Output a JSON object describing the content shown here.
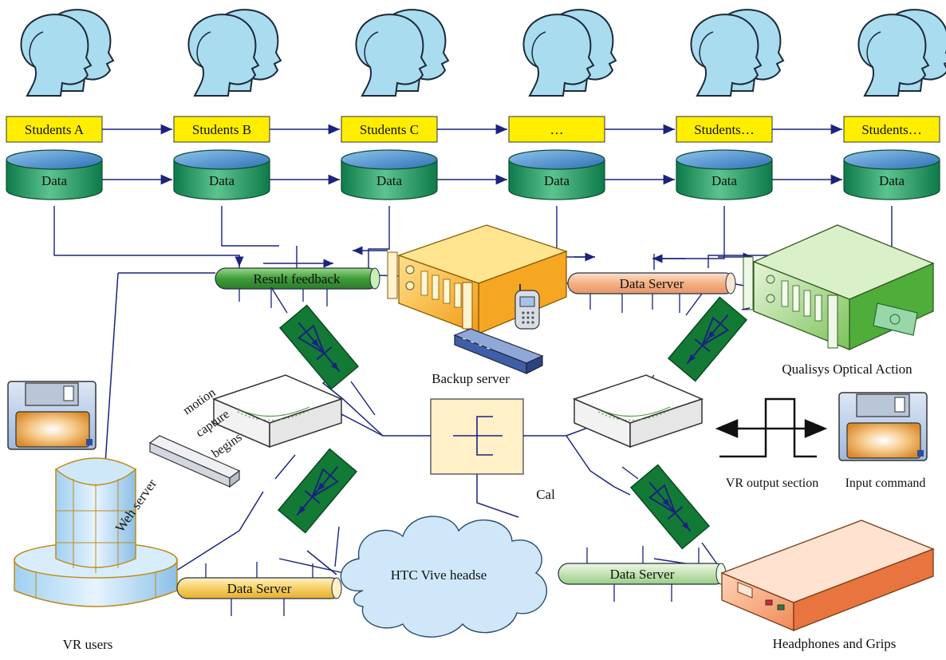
{
  "students": [
    "Students A",
    "Students B",
    "Students C",
    "…",
    "Students…",
    "Students…"
  ],
  "data_label": "Data",
  "pipes": {
    "result_feedback": "Result feedback",
    "data_server_top": "Data Server",
    "data_server_left": "Data Server",
    "data_server_right": "Data Server"
  },
  "labels": {
    "backup_server": "Backup server",
    "qualisys": "Qualisys Optical Action",
    "motion_line1": "motion",
    "motion_line2": "capture",
    "motion_line3": "begins",
    "web_server": "Weh server",
    "cal": "Cal",
    "cloud": "HTC Vive headse",
    "vr_output": "VR output section",
    "input_command": "Input command",
    "vr_users": "VR users",
    "headphones": "Headphones and Grips"
  },
  "colors": {
    "student_box": "#ffee00",
    "db_green": "#1f9a66",
    "db_top": "#3b82c4",
    "line": "#1a237e",
    "feedback_pipe": "#4caf50",
    "server_pipe": "#f4b183",
    "left_pipe": "#f5c24a",
    "right_pipe": "#b7d9a8",
    "switch_green": "#16803a",
    "cloud": "#cce5f7"
  }
}
